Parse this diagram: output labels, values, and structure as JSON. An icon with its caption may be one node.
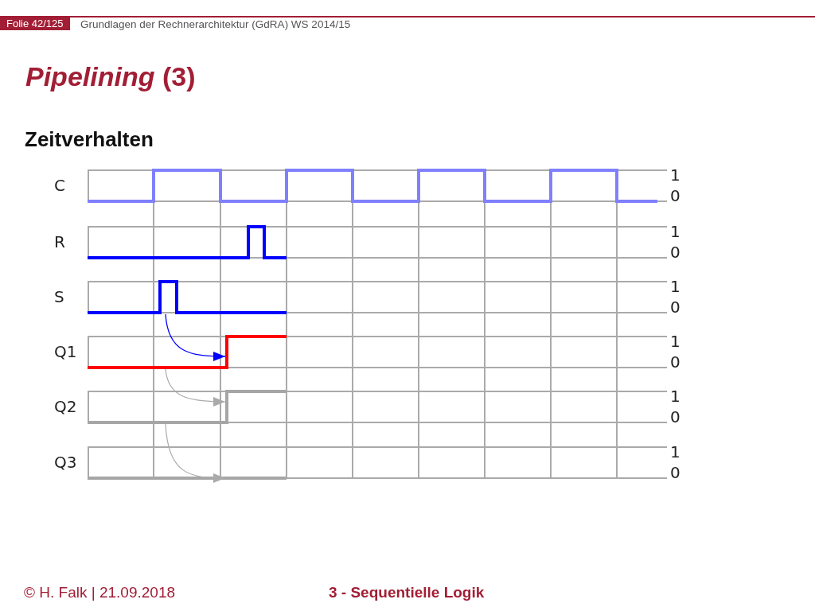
{
  "diagram": {
    "title": "*Pipelining* (3)",
    "nodes": [
      {
        "text": [
          "C"
        ],
        "beside": [
          "1",
          "0"
        ]
      },
      {
        "text": [
          "R"
        ],
        "beside": [
          "1",
          "0"
        ]
      },
      {
        "text": [
          "S"
        ],
        "beside": [
          "1",
          "0"
        ]
      },
      {
        "text": [
          "Q1"
        ],
        "beside": [
          "1",
          "0"
        ]
      },
      {
        "text": [
          "Q2"
        ],
        "beside": [
          "1",
          "0"
        ]
      },
      {
        "text": [
          "Q3"
        ],
        "beside": [
          "1",
          "0"
        ]
      }
    ],
    "edges": [
      {
        "from": 2,
        "to": 3,
        "arrow": "to",
        "color": "#0000ff"
      },
      {
        "from": 3,
        "to": 4,
        "arrow": "to"
      },
      {
        "from": 4,
        "to": 5,
        "arrow": "to"
      }
    ],
    "labels": [
      "Folie 42/125",
      "Grundlagen der Rechnerarchitektur (GdRA) WS 2014/15",
      "Zeitverhalten",
      "© H. Falk | 21.09.2018",
      "3 - Sequentielle Logik"
    ]
  }
}
